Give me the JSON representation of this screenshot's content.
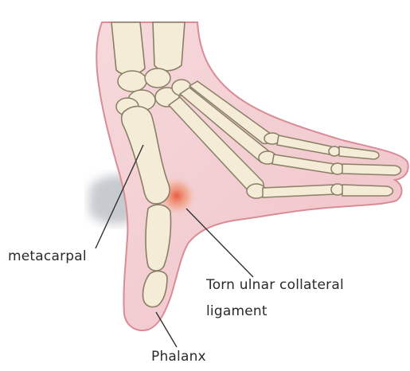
{
  "labels": {
    "metacarpal": "metacarpal",
    "torn_ligament_line1": "Torn ulnar collateral",
    "torn_ligament_line2": "ligament",
    "phalanx": "Phalanx"
  },
  "colors": {
    "skin": "#f3cfd2",
    "skin_edge": "#d98c96",
    "bone": "#f4ecd6",
    "bone_edge": "#8a7f66",
    "injury": "#e8452a",
    "shadow": "#9aa0a8",
    "leader_line": "#333333"
  }
}
